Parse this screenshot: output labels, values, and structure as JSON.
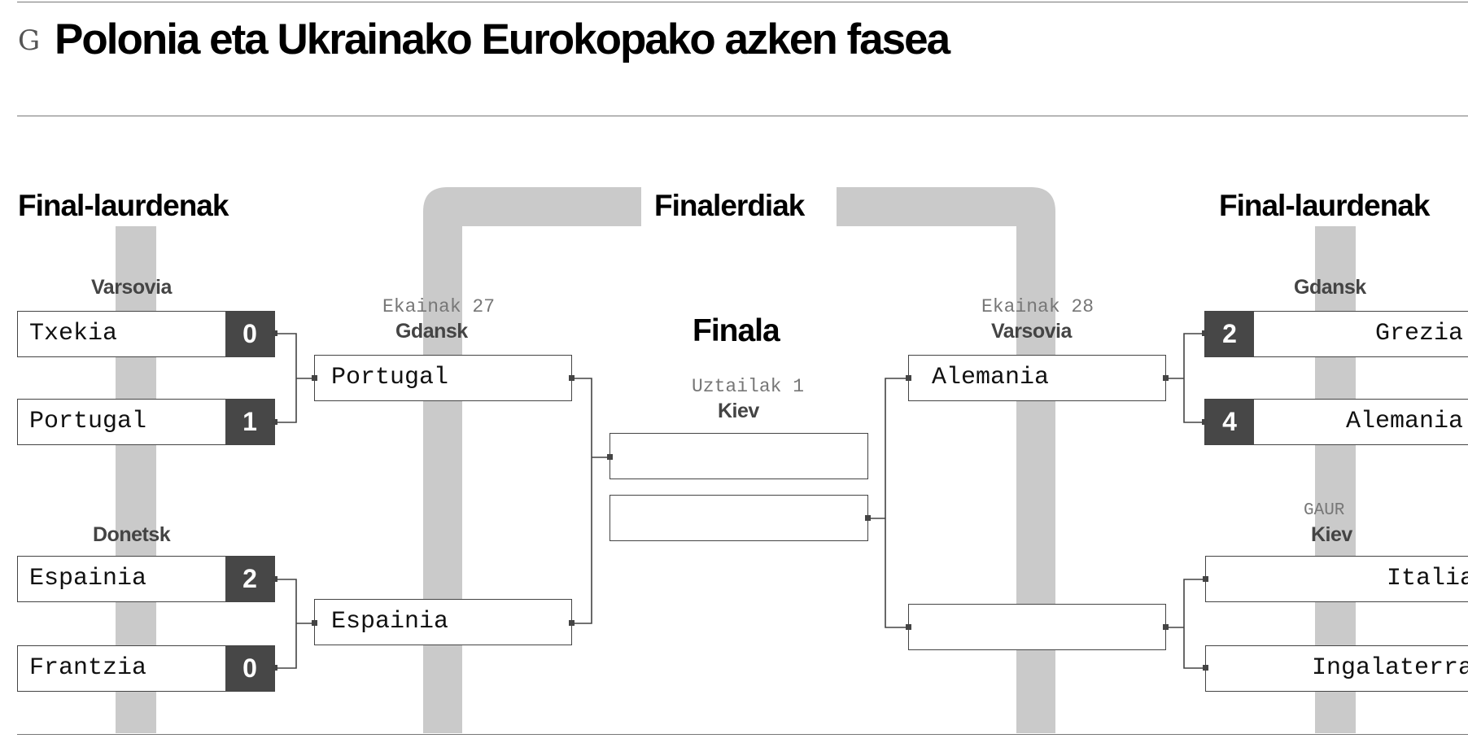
{
  "header": {
    "logo": "G",
    "title": "Polonia eta Ukrainako Eurokopako azken fasea"
  },
  "rounds": {
    "quarter_left": "Final-laurdenak",
    "semis": "Finalerdiak",
    "quarter_right": "Final-laurdenak",
    "final": "Finala"
  },
  "quarters_left": [
    {
      "venue": "Varsovia",
      "teams": [
        {
          "name": "Txekia",
          "score": "0"
        },
        {
          "name": "Portugal",
          "score": "1"
        }
      ]
    },
    {
      "venue": "Donetsk",
      "teams": [
        {
          "name": "Espainia",
          "score": "2"
        },
        {
          "name": "Frantzia",
          "score": "0"
        }
      ]
    }
  ],
  "quarters_right": [
    {
      "venue": "Gdansk",
      "teams": [
        {
          "name": "Grezia",
          "score": "2"
        },
        {
          "name": "Alemania",
          "score": "4"
        }
      ]
    },
    {
      "date": "GAUR",
      "venue": "Kiev",
      "teams": [
        {
          "name": "Italia",
          "score": ""
        },
        {
          "name": "Ingalaterra",
          "score": ""
        }
      ]
    }
  ],
  "semi_left": {
    "date": "Ekainak 27",
    "venue": "Gdansk",
    "teams": [
      "Portugal",
      "Espainia"
    ]
  },
  "semi_right": {
    "date": "Ekainak 28",
    "venue": "Varsovia",
    "teams": [
      "Alemania",
      ""
    ]
  },
  "final": {
    "date": "Uztailak 1",
    "venue": "Kiev",
    "teams": [
      "",
      ""
    ]
  },
  "colors": {
    "band": "#cacaca",
    "score_bg": "#474747",
    "line": "#444444"
  }
}
